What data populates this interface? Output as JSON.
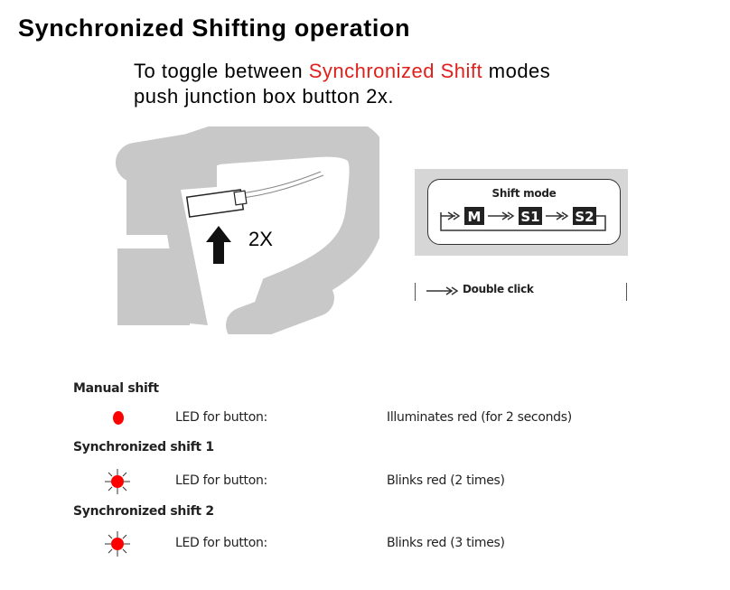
{
  "title": "Synchronized Shifting operation",
  "instruction": {
    "line1_pre": "To toggle between ",
    "line1_highlight": "Synchronized Shift",
    "line1_post": " modes",
    "line2": "push junction box button 2x."
  },
  "illustration": {
    "press_count": "2X"
  },
  "shift_mode_diagram": {
    "title": "Shift mode",
    "modes": [
      "M",
      "S1",
      "S2"
    ],
    "legend": "Double click"
  },
  "led_table": [
    {
      "mode": "Manual shift",
      "label": "LED for button:",
      "state": "Illuminates red (for 2 seconds)",
      "icon": "led-solid-icon"
    },
    {
      "mode": "Synchronized shift 1",
      "label": "LED for button:",
      "state": "Blinks red (2 times)",
      "icon": "led-blink-icon"
    },
    {
      "mode": "Synchronized shift 2",
      "label": "LED for button:",
      "state": "Blinks red (3 times)",
      "icon": "led-blink-icon"
    }
  ],
  "colors": {
    "highlight": "#e0201c",
    "led": "#ff0000",
    "bar_gray": "#c8c8c8"
  }
}
